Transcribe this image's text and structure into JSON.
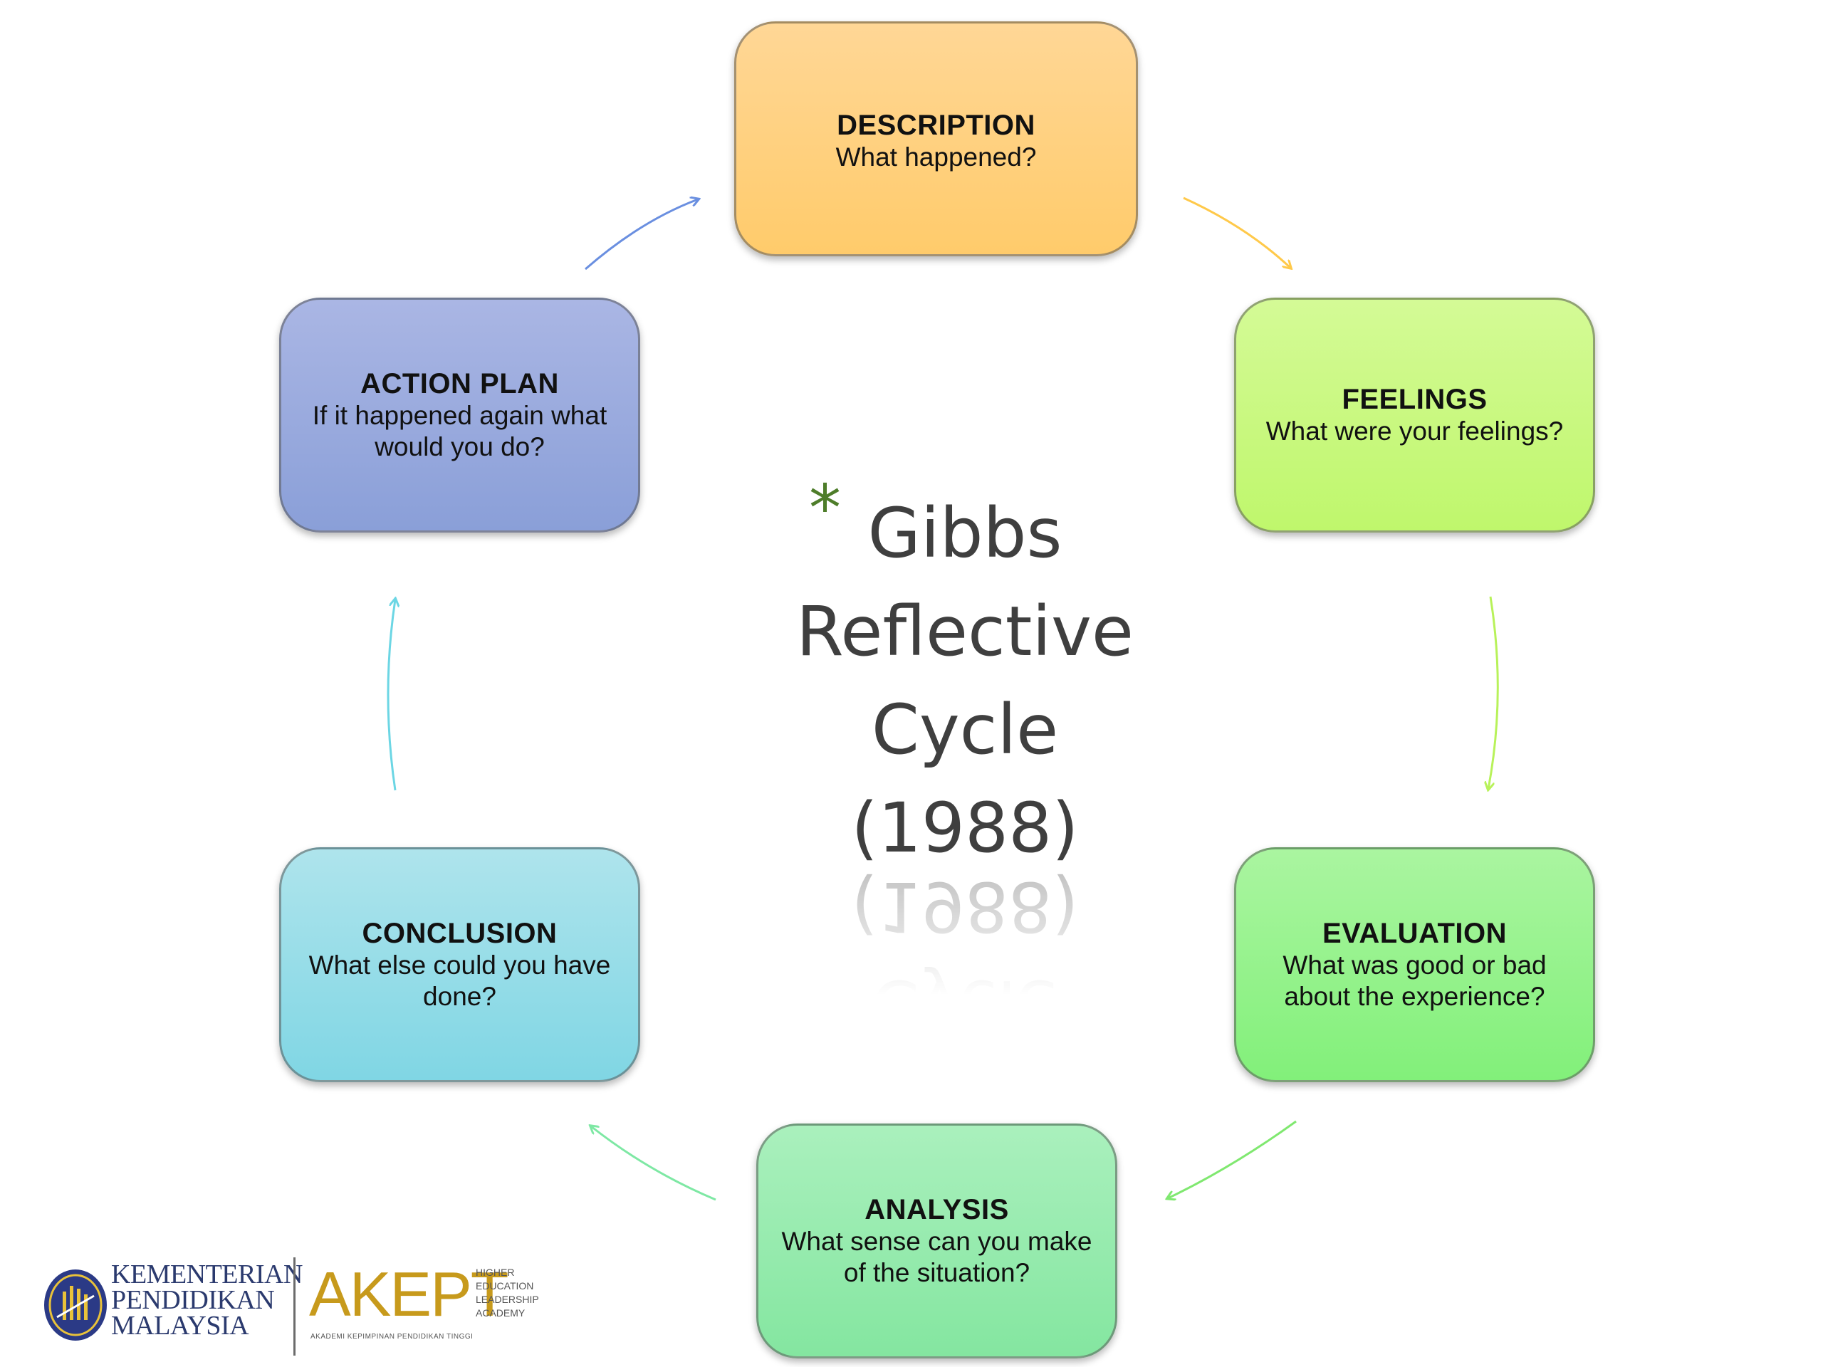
{
  "diagram": {
    "title_lines": [
      "Gibbs",
      "Reflective",
      "Cycle",
      "(1988)"
    ],
    "bullet_glyph": "*",
    "stages": [
      {
        "id": "description",
        "title": "DESCRIPTION",
        "question": "What happened?",
        "color": "#ffd080"
      },
      {
        "id": "feelings",
        "title": "FEELINGS",
        "question": "What were your feelings?",
        "color": "#c8f880"
      },
      {
        "id": "evaluation",
        "title": "EVALUATION",
        "question": "What was good or bad about the experience?",
        "color": "#96f28c"
      },
      {
        "id": "analysis",
        "title": "ANALYSIS",
        "question": "What sense can you make of the situation?",
        "color": "#96ebae"
      },
      {
        "id": "conclusion",
        "title": "CONCLUSION",
        "question": "What else could you have done?",
        "color": "#96dde8"
      },
      {
        "id": "action_plan",
        "title": "ACTION PLAN",
        "question": "If it happened again what would you do?",
        "color": "#98aade"
      }
    ],
    "arrow_colors": [
      "#ffc94a",
      "#b8f25a",
      "#80e870",
      "#7ee8a4",
      "#6cd6e4",
      "#6a8fe0"
    ]
  },
  "logos": {
    "ministry_lines": [
      "KEMENTERIAN",
      "PENDIDIKAN",
      "MALAYSIA"
    ],
    "akept_name": "AKEPT",
    "akept_tagline_lines": [
      "HIGHER",
      "EDUCATION",
      "LEADERSHIP",
      "ACADEMY"
    ],
    "akept_subtext": "AKADEMI KEPIMPINAN PENDIDIKAN TINGGI"
  }
}
